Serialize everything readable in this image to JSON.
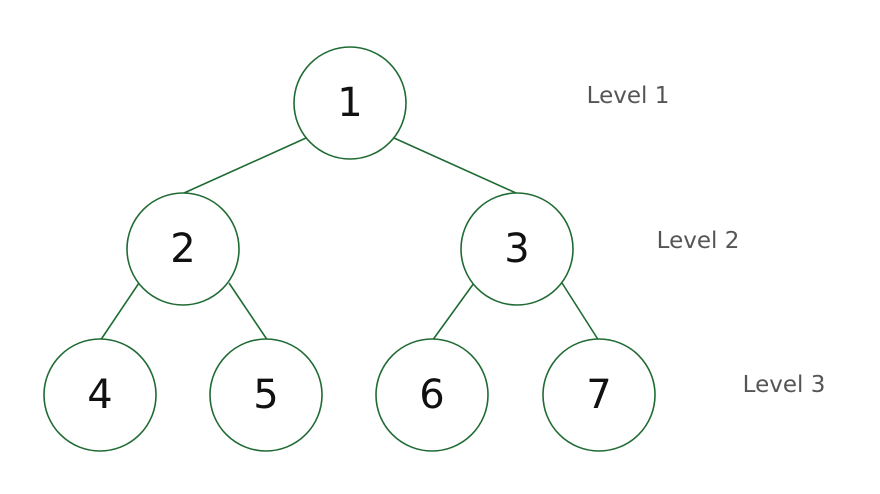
{
  "tree": {
    "nodes": [
      {
        "id": "n1",
        "label": "1",
        "parent": null
      },
      {
        "id": "n2",
        "label": "2",
        "parent": "n1"
      },
      {
        "id": "n3",
        "label": "3",
        "parent": "n1"
      },
      {
        "id": "n4",
        "label": "4",
        "parent": "n2"
      },
      {
        "id": "n5",
        "label": "5",
        "parent": "n2"
      },
      {
        "id": "n6",
        "label": "6",
        "parent": "n3"
      },
      {
        "id": "n7",
        "label": "7",
        "parent": "n3"
      }
    ],
    "levels": [
      "Level 1",
      "Level 2",
      "Level 3"
    ],
    "colors": {
      "stroke": "#1f6b33",
      "node_text": "#111111",
      "level_text": "#555555"
    }
  }
}
